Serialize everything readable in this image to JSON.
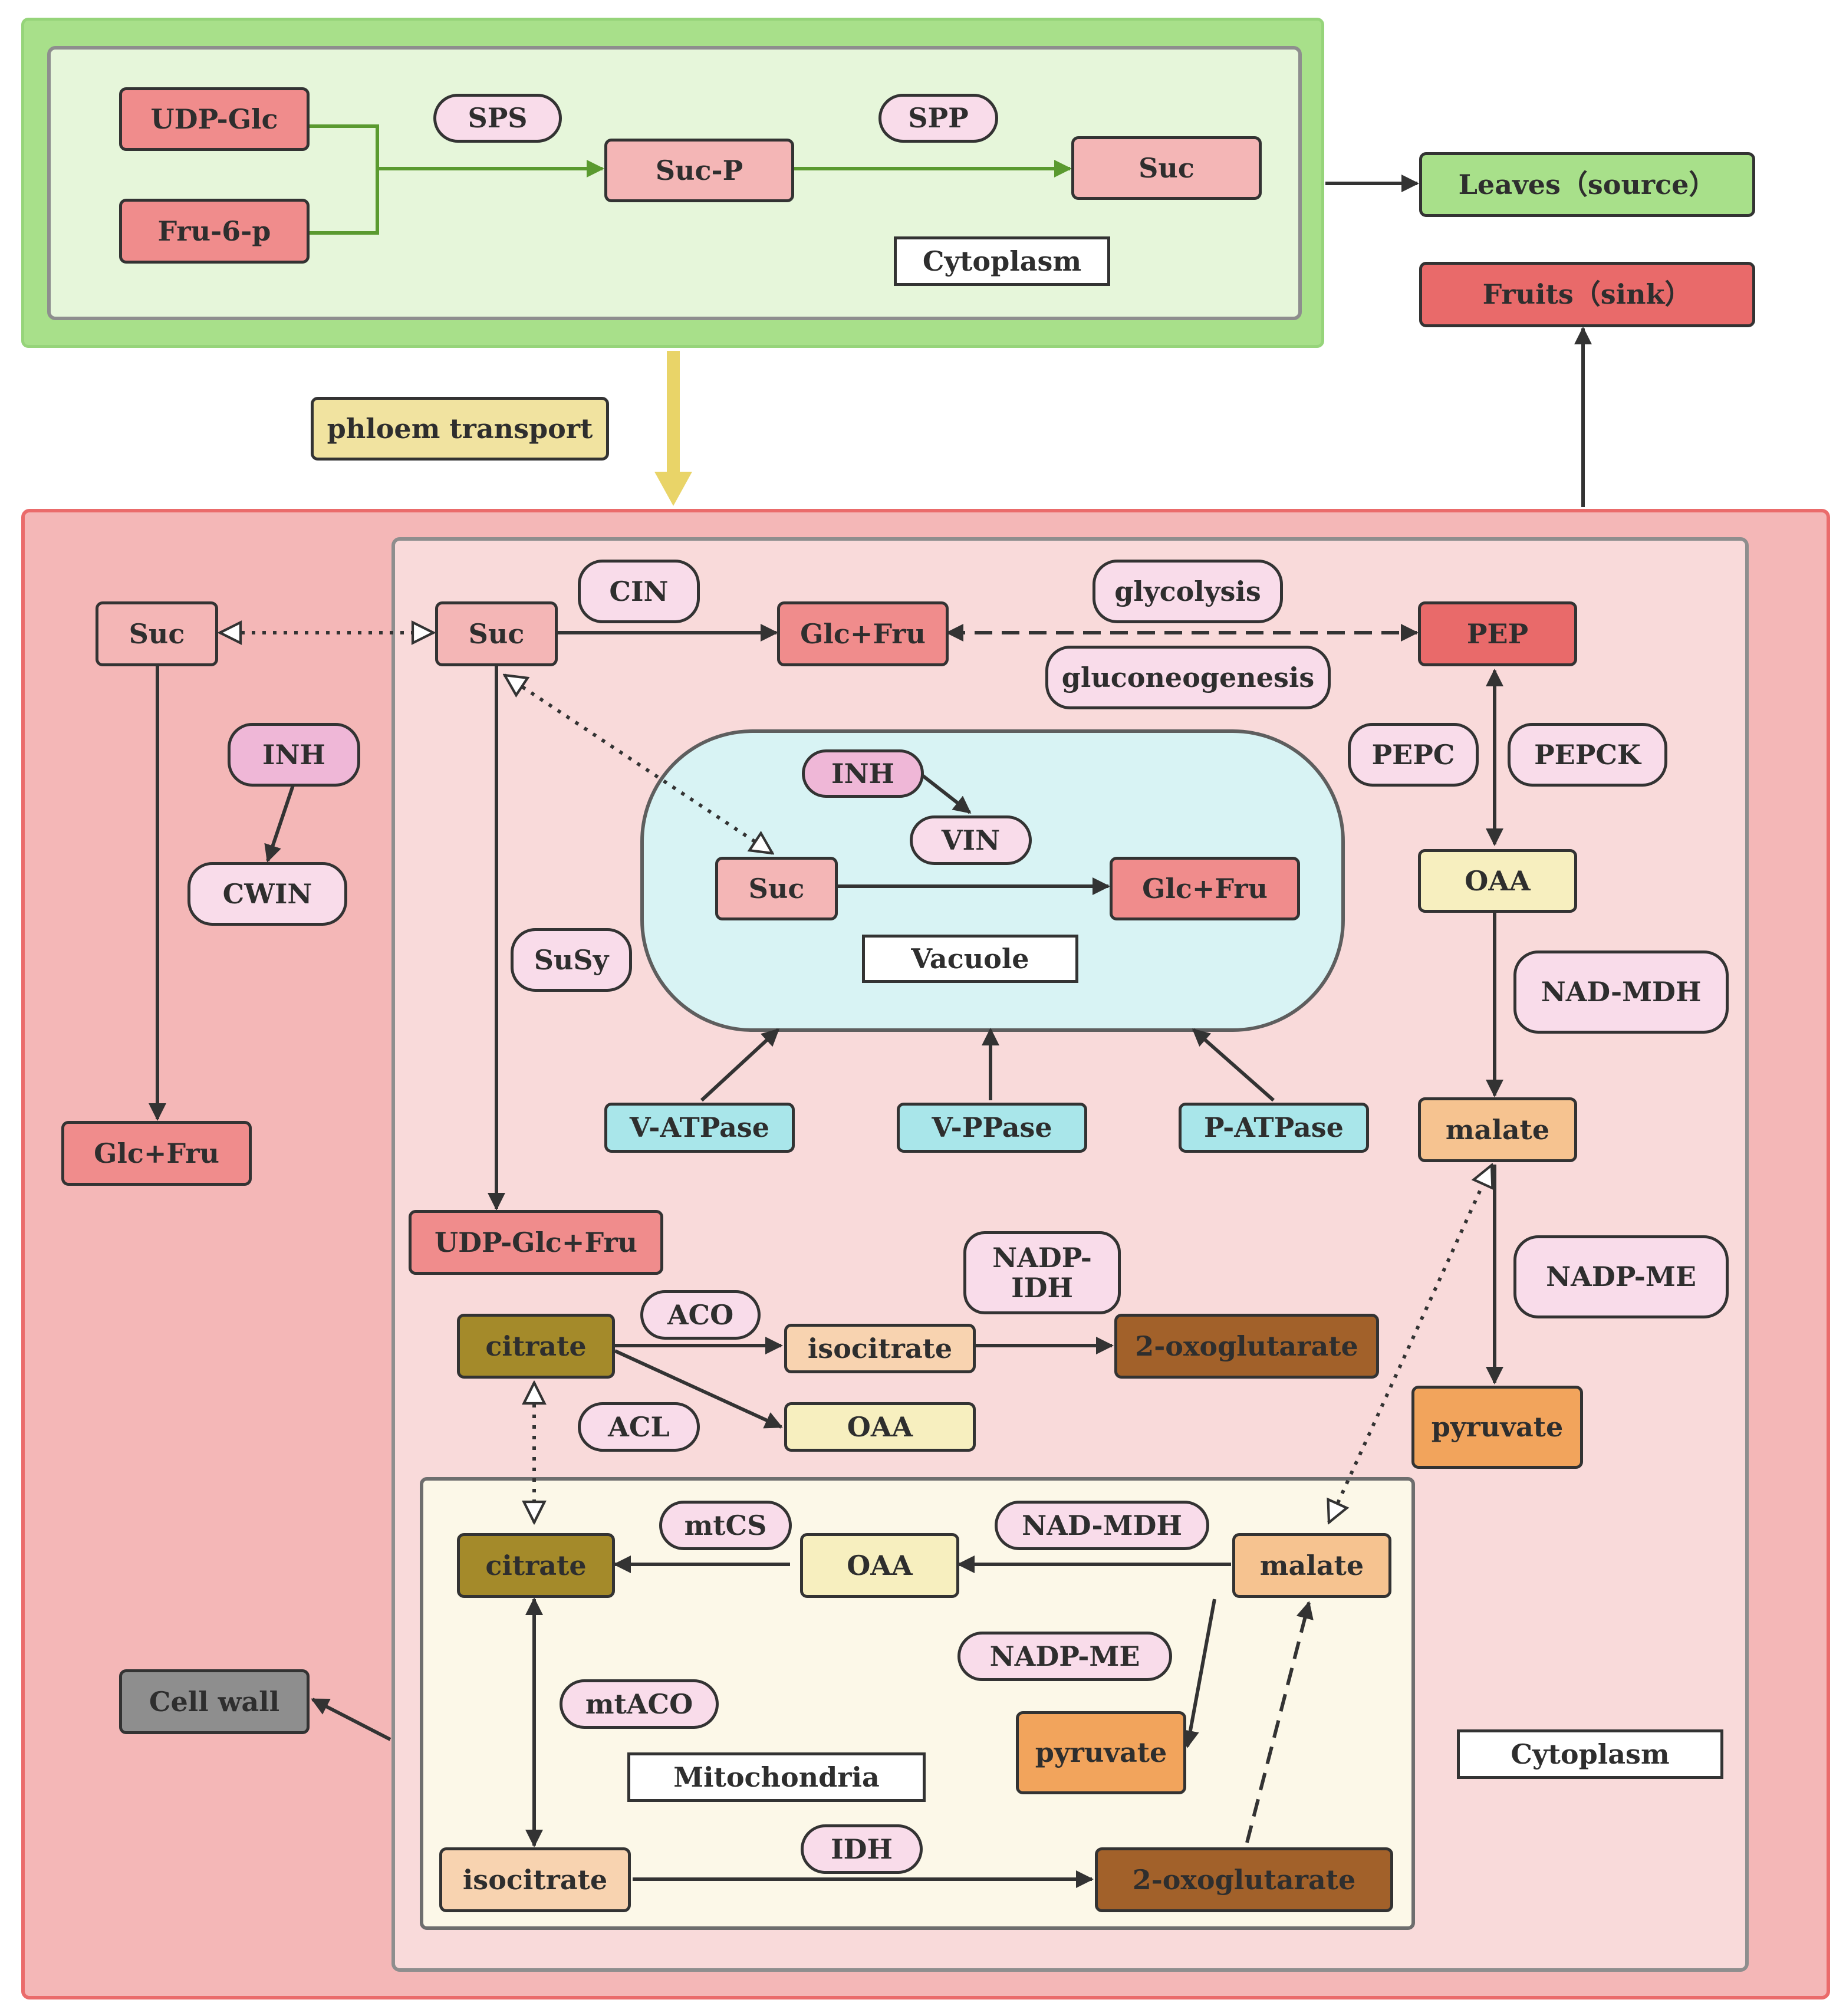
{
  "leaf": {
    "udp_glc": "UDP-Glc",
    "fru6p": "Fru-6-p",
    "sps": "SPS",
    "sucp": "Suc-P",
    "spp": "SPP",
    "suc": "Suc",
    "cytoplasm": "Cytoplasm"
  },
  "leaves_source": "Leaves（source）",
  "fruits_sink": "Fruits（sink）",
  "phloem": "phloem transport",
  "apoplast": {
    "suc": "Suc",
    "inh": "INH",
    "cwin": "CWIN",
    "glcfru": "Glc+Fru"
  },
  "cell_wall": "Cell wall",
  "cyto": {
    "suc": "Suc",
    "cin": "CIN",
    "glcfru": "Glc+Fru",
    "glycolysis": "glycolysis",
    "gluconeogenesis": "gluconeogenesis",
    "pep": "PEP",
    "pepc": "PEPC",
    "pepck": "PEPCK",
    "oaa": "OAA",
    "nad_mdh": "NAD-MDH",
    "malate": "malate",
    "nadp_me": "NADP-ME",
    "pyruvate": "pyruvate",
    "susy": "SuSy",
    "udpglcfru": "UDP-Glc+Fru",
    "v_atpase": "V-ATPase",
    "v_ppase": "V-PPase",
    "p_atpase": "P-ATPase",
    "nadp_idh_1": "NADP-",
    "nadp_idh_2": "IDH",
    "aco": "ACO",
    "citrate": "citrate",
    "isocitrate": "isocitrate",
    "oxoglutarate": "2-oxoglutarate",
    "acl": "ACL",
    "oaa2": "OAA",
    "label": "Cytoplasm"
  },
  "vacuole": {
    "inh": "INH",
    "vin": "VIN",
    "suc": "Suc",
    "glcfru": "Glc+Fru",
    "label": "Vacuole"
  },
  "mito": {
    "mtcs": "mtCS",
    "citrate": "citrate",
    "oaa": "OAA",
    "nad_mdh": "NAD-MDH",
    "malate": "malate",
    "nadp_me": "NADP-ME",
    "mtaco": "mtACO",
    "pyruvate": "pyruvate",
    "label": "Mitochondria",
    "idh": "IDH",
    "isocitrate": "isocitrate",
    "oxoglutarate": "2-oxoglutarate"
  },
  "colors": {
    "leaf_frame": "#a8e08a",
    "leaf_inner": "#e6f6da",
    "fruit_frame": "#f4b7b7",
    "cyto_inner": "#f9dada",
    "vacuole": "#d8f3f4",
    "mito": "#fcf8e8"
  }
}
